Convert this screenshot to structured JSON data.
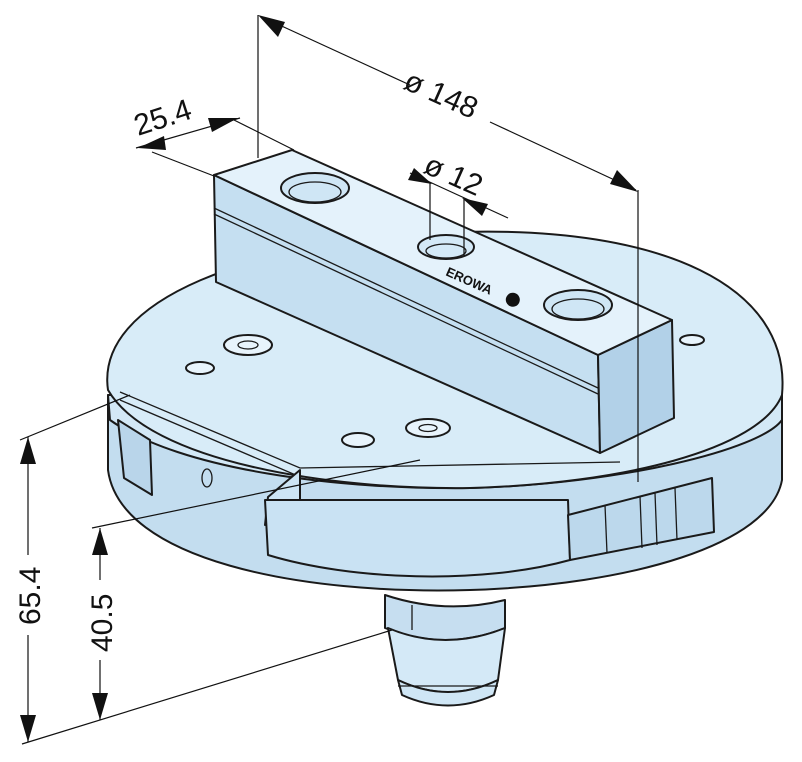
{
  "dimensions": {
    "overall_diameter": "ø 148",
    "bar_width": "25.4",
    "hole_diameter": "ø 12",
    "overall_height": "65.4",
    "body_height": "40.5"
  },
  "logo": {
    "text": "EROWA"
  },
  "colors": {
    "body_fill": "#cfe6f5",
    "body_fill_light": "#e2f1fb",
    "body_fill_dark": "#b5d4ea",
    "outline": "#1a1a1a"
  }
}
